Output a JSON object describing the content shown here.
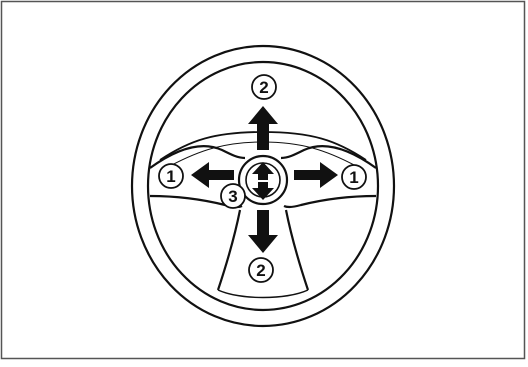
{
  "callouts": {
    "left": "1",
    "right": "1",
    "top": "2",
    "bottom": "2",
    "center": "3"
  },
  "colors": {
    "line": "#111111",
    "background": "#ffffff",
    "frame": "#555555"
  },
  "icons": {
    "arrow": "arrow-icon",
    "wheel": "steering-wheel-icon"
  }
}
